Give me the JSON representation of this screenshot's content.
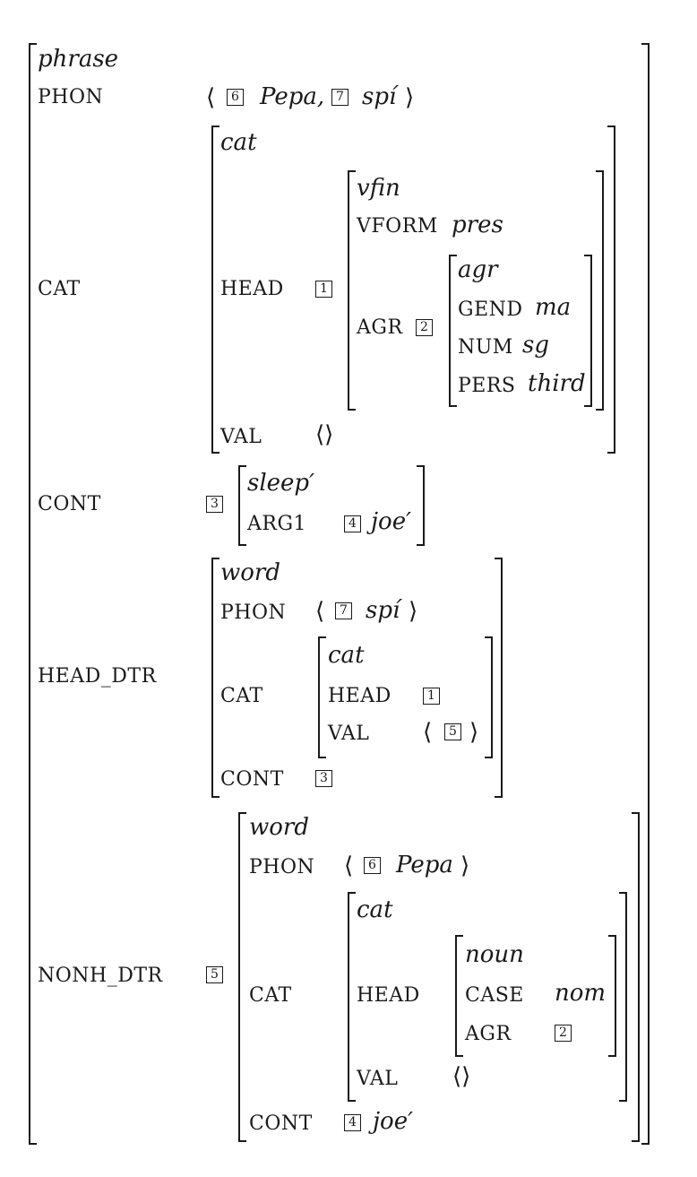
{
  "outer": {
    "type": "phrase",
    "labels": {
      "phon": "PHON",
      "cat": "CAT",
      "cont": "CONT",
      "head_dtr": "HEAD_DTR",
      "nonh_dtr": "NONH_DTR"
    },
    "phon": {
      "tag1": "6",
      "word1": "Pepa,",
      "tag2": "7",
      "word2": "spí"
    }
  },
  "cat": {
    "type": "cat",
    "head_label": "HEAD",
    "head_tag": "1",
    "val_label": "VAL",
    "val_value": "⟨⟩",
    "head": {
      "type": "vfin",
      "vform_label": "VFORM",
      "vform_value": "pres",
      "agr_label": "AGR",
      "agr_tag": "2",
      "agr": {
        "type": "agr",
        "gend_label": "GEND",
        "gend_value": "ma",
        "num_label": "NUM",
        "num_value": "sg",
        "pers_label": "PERS",
        "pers_value": "third"
      }
    }
  },
  "cont": {
    "tag": "3",
    "type": "sleep′",
    "arg1_label": "ARG1",
    "arg1_tag": "4",
    "arg1_value": "joe′"
  },
  "head_dtr": {
    "type": "word",
    "phon_label": "PHON",
    "phon_tag": "7",
    "phon_word": "spí",
    "cat_label": "CAT",
    "cat": {
      "type": "cat",
      "head_label": "HEAD",
      "head_tag": "1",
      "val_label": "VAL",
      "val_tag": "5"
    },
    "cont_label": "CONT",
    "cont_tag": "3"
  },
  "nonh_dtr": {
    "tag": "5",
    "type": "word",
    "phon_label": "PHON",
    "phon_tag": "6",
    "phon_word": "Pepa",
    "cat_label": "CAT",
    "cat": {
      "type": "cat",
      "head_label": "HEAD",
      "head": {
        "type": "noun",
        "case_label": "CASE",
        "case_value": "nom",
        "agr_label": "AGR",
        "agr_tag": "2"
      },
      "val_label": "VAL",
      "val_value": "⟨⟩"
    },
    "cont_label": "CONT",
    "cont_tag": "4",
    "cont_value": "joe′"
  }
}
